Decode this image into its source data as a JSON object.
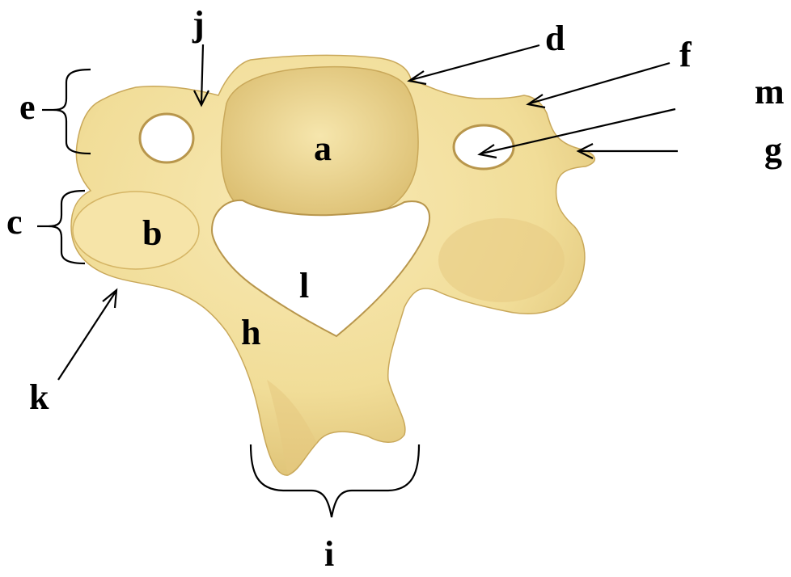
{
  "figure": {
    "background": "#ffffff",
    "bone_color": "#f1dd98",
    "bone_shadow_color": "#d8b96a",
    "foramen_fill": "#ffffff",
    "annotation_color": "#000000"
  },
  "labels": {
    "a": "a",
    "b": "b",
    "c": "c",
    "d": "d",
    "e": "e",
    "f": "f",
    "g": "g",
    "h": "h",
    "i": "i",
    "j": "j",
    "k": "k",
    "l": "l",
    "m": "m"
  }
}
